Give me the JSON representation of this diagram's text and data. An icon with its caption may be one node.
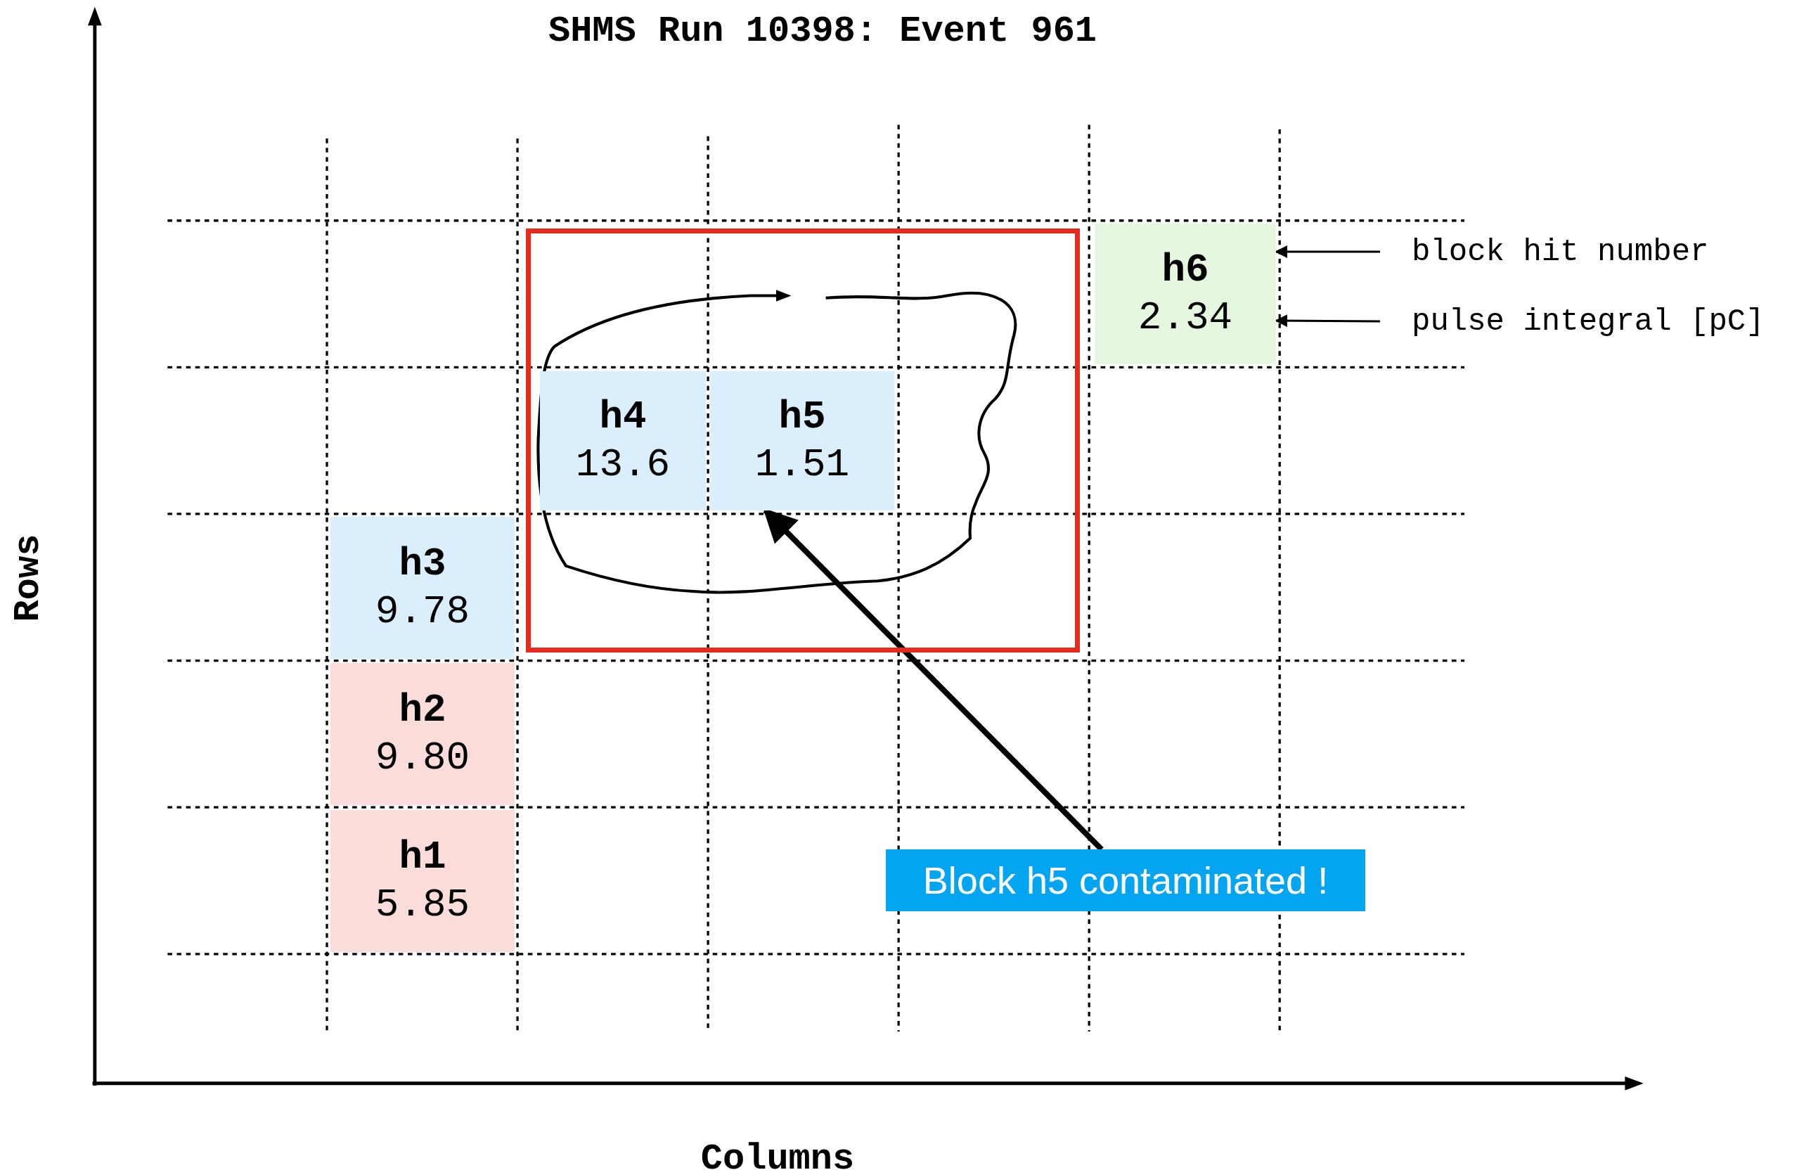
{
  "diagram": {
    "title": "SHMS Run 10398: Event 961",
    "nodes": [
      {
        "text": [
          "h6",
          "2.34"
        ]
      },
      {
        "text": [
          "block hit number"
        ]
      },
      {
        "text": [
          "pulse integral [pC]"
        ]
      },
      {
        "text": [],
        "shape": "box"
      },
      {
        "text": [
          "h4",
          "13.6"
        ],
        "in": 3
      },
      {
        "text": [
          "h5",
          "1.51"
        ],
        "in": 3
      },
      {
        "text": [
          "h3",
          "9.78"
        ]
      },
      {
        "text": [
          "h2",
          "9.80"
        ]
      },
      {
        "text": [
          "h1",
          "5.85"
        ]
      },
      {
        "text": [
          "Block h5 contaminated !"
        ]
      }
    ],
    "edges": [
      {
        "from": 1,
        "to": 0,
        "arrow": "to"
      },
      {
        "from": 2,
        "to": 0,
        "arrow": "to"
      },
      {
        "from": 9,
        "to": 5,
        "arrow": "to",
        "style": "thick"
      }
    ],
    "labels": [
      "Rows",
      "Columns"
    ]
  }
}
